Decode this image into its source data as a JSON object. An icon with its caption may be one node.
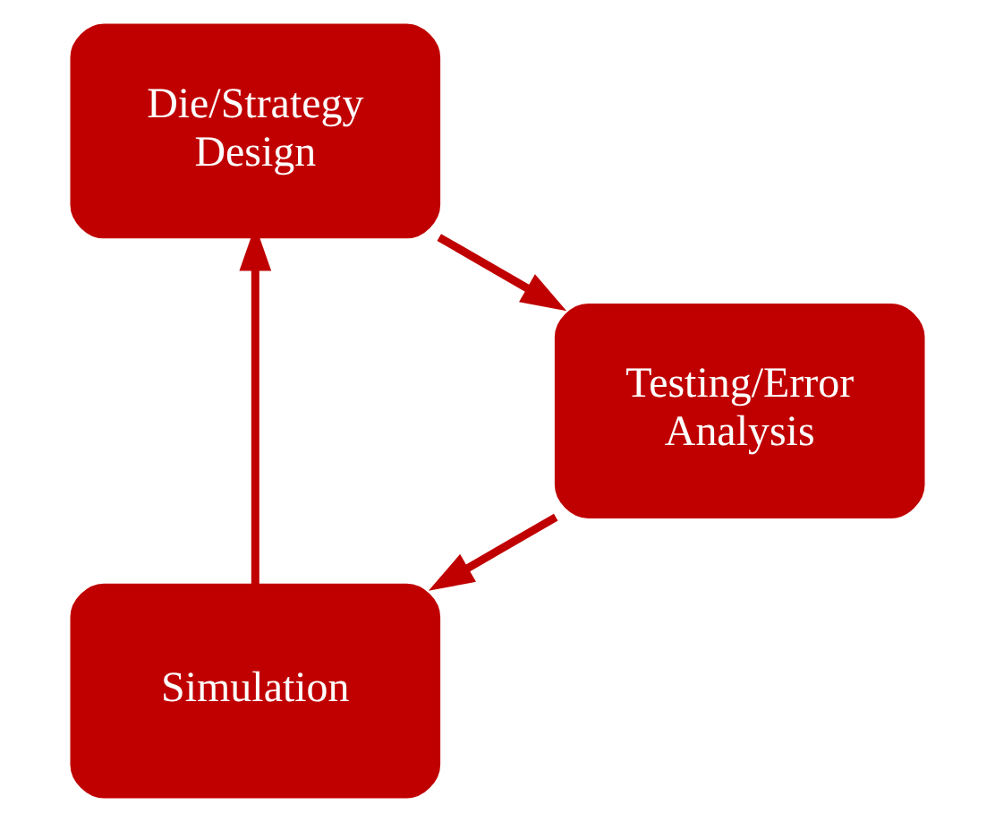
{
  "diagram": {
    "nodes": [
      {
        "text": [
          "Simulation"
        ]
      },
      {
        "text": [
          "Die/Strategy Design"
        ]
      },
      {
        "text": [
          "Testing/Error Analysis"
        ]
      }
    ],
    "edges": [
      {
        "from": 0,
        "to": 1,
        "arrow": "to"
      },
      {
        "from": 1,
        "to": 2,
        "arrow": "to"
      },
      {
        "from": 2,
        "to": 0,
        "arrow": "to"
      }
    ]
  }
}
